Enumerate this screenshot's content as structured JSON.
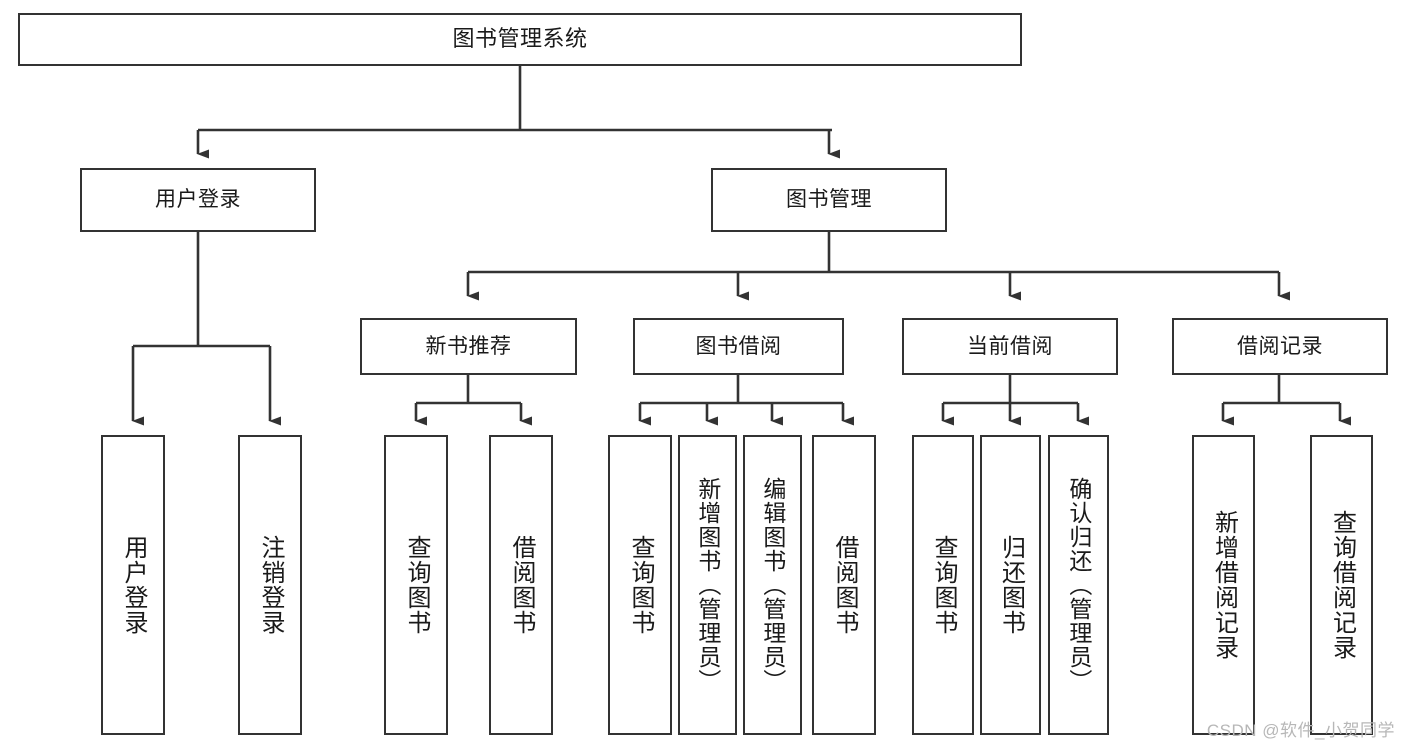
{
  "diagram": {
    "title": "图书管理系统",
    "type": "tree-hierarchy",
    "watermark": "CSDN @软件_小贺同学",
    "colors": {
      "box_border": "#333333",
      "box_fill": "#ffffff",
      "connector": "#333333",
      "text": "#1a1a1a",
      "watermark": "#b7b7b7"
    },
    "nodes": {
      "root": {
        "label": "图书管理系统"
      },
      "level2": [
        {
          "label": "用户登录"
        },
        {
          "label": "图书管理"
        }
      ],
      "level3": [
        {
          "label": "新书推荐"
        },
        {
          "label": "图书借阅"
        },
        {
          "label": "当前借阅"
        },
        {
          "label": "借阅记录"
        }
      ],
      "leaves": {
        "user_login": [
          {
            "label": "用户登录"
          },
          {
            "label": "注销登录"
          }
        ],
        "new_book_recommend": [
          {
            "label": "查询图书"
          },
          {
            "label": "借阅图书"
          }
        ],
        "book_borrow": [
          {
            "label": "查询图书"
          },
          {
            "label": "新增图书（管理员）"
          },
          {
            "label": "编辑图书（管理员）"
          },
          {
            "label": "借阅图书"
          }
        ],
        "current_borrow": [
          {
            "label": "查询图书"
          },
          {
            "label": "归还图书"
          },
          {
            "label": "确认归还（管理员）"
          }
        ],
        "borrow_record": [
          {
            "label": "新增借阅记录"
          },
          {
            "label": "查询借阅记录"
          }
        ]
      }
    }
  }
}
